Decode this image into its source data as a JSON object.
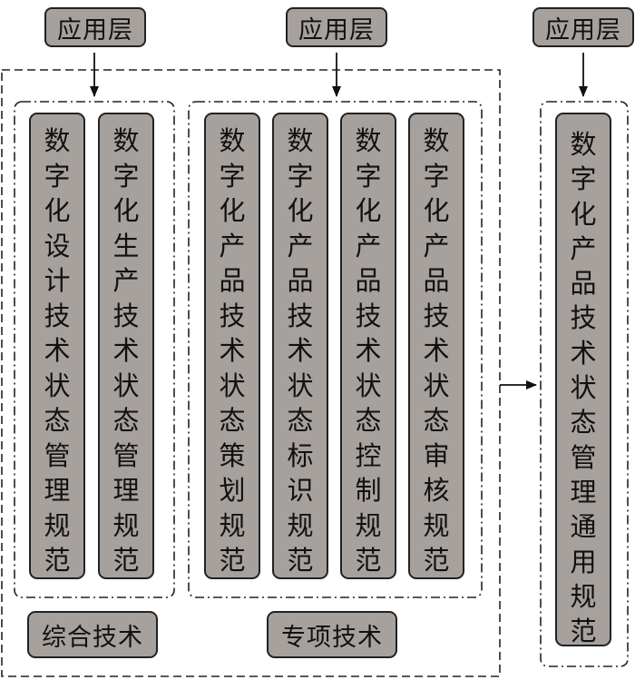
{
  "apply_labels": [
    "应用层",
    "应用层",
    "应用层"
  ],
  "columns": [
    {
      "text": "数字化设计技术状态管理规范"
    },
    {
      "text": "数字化生产技术状态管理规范"
    },
    {
      "text": "数字化产品技术状态策划规范"
    },
    {
      "text": "数字化产品技术状态标识规范"
    },
    {
      "text": "数字化产品技术状态控制规范"
    },
    {
      "text": "数字化产品技术状态审核规范"
    }
  ],
  "general_column": {
    "text": "数字化产品技术状态管理通用规范"
  },
  "group_labels": {
    "comprehensive": "综合技术",
    "special": "专项技术"
  },
  "colors": {
    "box_fill": "#a7a19e",
    "border": "#222222"
  }
}
